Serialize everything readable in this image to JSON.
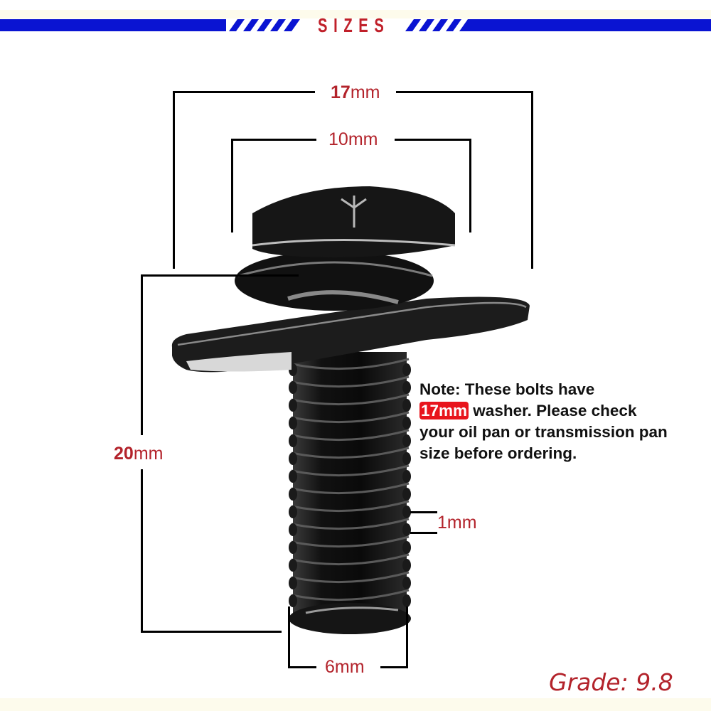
{
  "header": {
    "title": "SIZES",
    "colors": {
      "bar": "#0a14d2",
      "title": "#c0202a"
    }
  },
  "dimensions": {
    "washer_diameter": {
      "num": "17",
      "unit": "mm"
    },
    "head_width": {
      "num": "10",
      "unit": "mm"
    },
    "length": {
      "num": "20",
      "unit": "mm"
    },
    "thread_pitch": {
      "num": "1",
      "unit": "mm"
    },
    "thread_diameter": {
      "num": "6",
      "unit": "mm"
    }
  },
  "note": {
    "line1": "Note: These bolts have",
    "highlight": "17mm",
    "line2_rest": " washer. Please check",
    "line3": "your oil pan or transmission pan",
    "line4": "size before ordering.",
    "highlight_color": "#e8141c"
  },
  "grade": {
    "label": "Grade: 9.8"
  },
  "image": {
    "subject": "black flange hex bolt with washer"
  }
}
